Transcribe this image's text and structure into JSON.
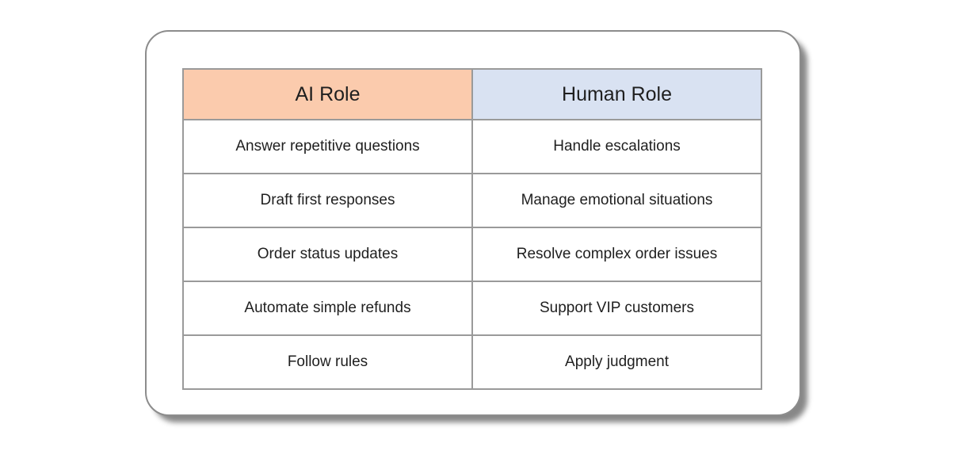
{
  "table": {
    "headers": [
      {
        "label": "AI Role",
        "bg": "#FBCBAD"
      },
      {
        "label": "Human Role",
        "bg": "#D9E2F2"
      }
    ],
    "rows": [
      [
        "Answer repetitive questions",
        "Handle escalations"
      ],
      [
        "Draft first responses",
        "Manage emotional situations"
      ],
      [
        "Order status updates",
        "Resolve complex order issues"
      ],
      [
        "Automate simple refunds",
        "Support VIP customers"
      ],
      [
        "Follow rules",
        "Apply judgment"
      ]
    ],
    "border_color": "#9A9A9A",
    "text_color": "#1F1F1F",
    "card_background": "#FFFFFF",
    "shadow_color": "#8A8A8A"
  }
}
